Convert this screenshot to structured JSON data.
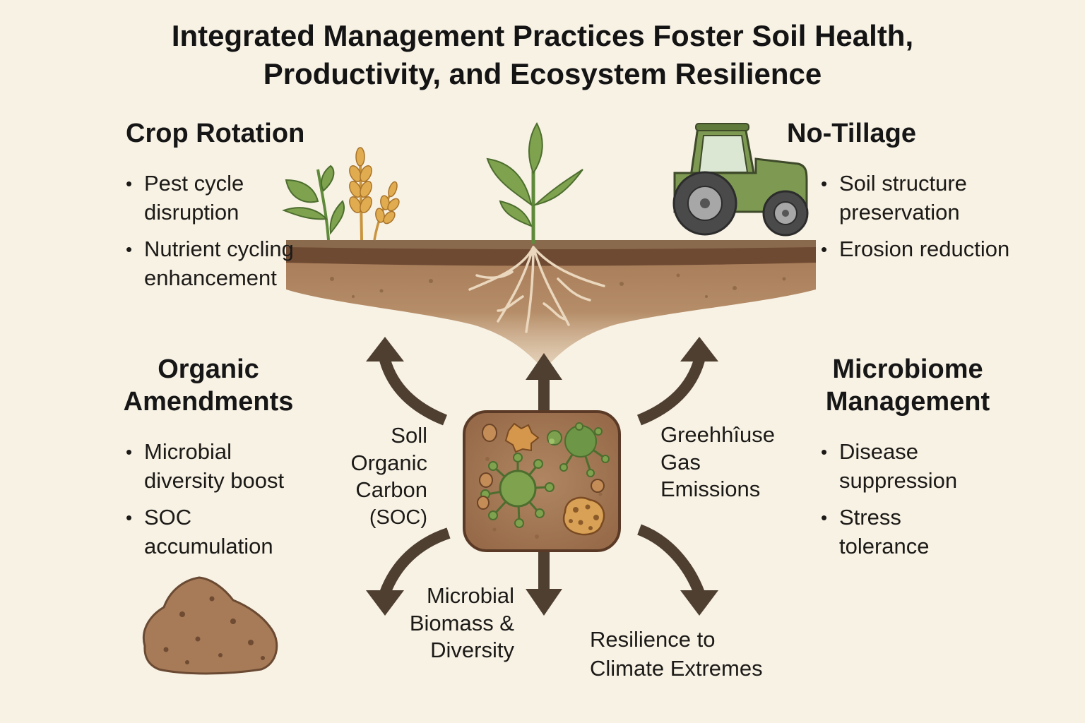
{
  "title": {
    "line1": "Integrated Management Practices Foster Soil Health,",
    "line2": "Productivity, and Ecosystem Resilience"
  },
  "practices": {
    "crop_rotation": {
      "heading": "Crop Rotation",
      "bullets": [
        "Pest cycle disruption",
        "Nutrient cycling enhancement"
      ]
    },
    "no_tillage": {
      "heading": "No-Tillage",
      "bullets": [
        "Soil structure preservation",
        "Erosion reduction"
      ]
    },
    "organic_amendments": {
      "heading_line1": "Organic",
      "heading_line2": "Amendments",
      "bullets": [
        "Microbial diversity boost",
        "SOC accumulation"
      ]
    },
    "microbiome_management": {
      "heading_line1": "Microbiome",
      "heading_line2": "Management",
      "bullets": [
        "Disease suppression",
        "Stress tolerance"
      ]
    }
  },
  "outcomes": {
    "soc": [
      "Soll",
      "Organic",
      "Carbon",
      "(SOC)"
    ],
    "ghg": [
      "Greehhîuse",
      "Gas",
      "Emissions"
    ],
    "microbial": [
      "Microbial",
      "Biomass &",
      "Diversity"
    ],
    "resilience": [
      "Resilience to",
      "Climate Extremes"
    ]
  },
  "icons": {
    "crop": "wheat-and-seedling-icon",
    "tractor": "tractor-icon",
    "compost": "compost-pile-icon",
    "microbes": "soil-microbes-icon",
    "seedling": "seedling-roots-icon"
  },
  "colors": {
    "background": "#f8f2e5",
    "soil": "#a77b57",
    "topsoil": "#6f4a33",
    "arrow": "#4e3f31",
    "leaf": "#7fa24f",
    "tractor": "#7e9a52"
  }
}
